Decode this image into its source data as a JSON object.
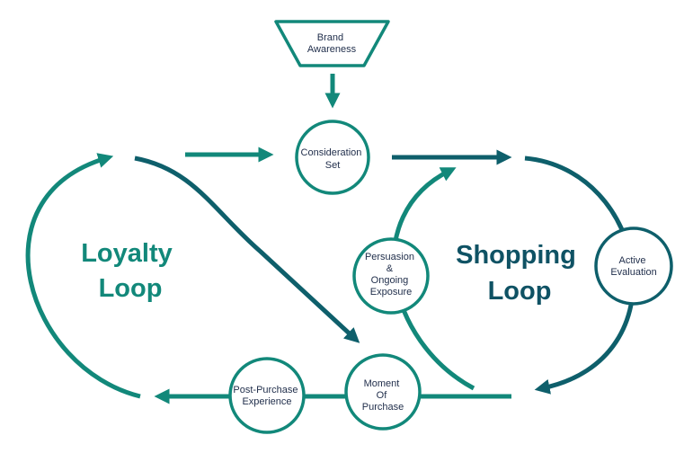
{
  "colors": {
    "teal": "#12887a",
    "dark_teal": "#0e5f6b",
    "shopping_title": "#0f5264",
    "loyalty_title": "#12887a",
    "text": "#1f2d4a"
  },
  "nodes": {
    "brand_awareness": [
      "Brand",
      "Awareness"
    ],
    "consideration_set": [
      "Consideration",
      "Set"
    ],
    "active_evaluation": [
      "Active",
      "Evaluation"
    ],
    "persuasion": [
      "Persuasion",
      "&",
      "Ongoing",
      "Exposure"
    ],
    "moment_of_purchase": [
      "Moment",
      "Of",
      "Purchase"
    ],
    "post_purchase": [
      "Post-Purchase",
      "Experience"
    ]
  },
  "loops": {
    "loyalty": [
      "Loyalty",
      "Loop"
    ],
    "shopping": [
      "Shopping",
      "Loop"
    ]
  }
}
